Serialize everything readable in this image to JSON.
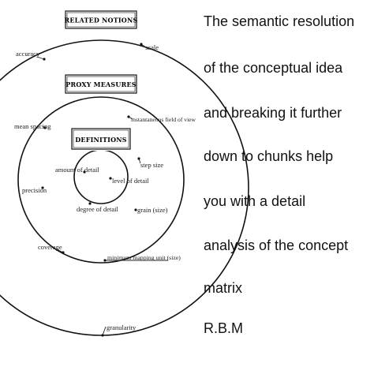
{
  "diagram": {
    "outer_box_title": "RELATED NOTIONS",
    "middle_box_title": "PROXY MEASURES",
    "inner_box_title": "DEFINITIONS",
    "labels": {
      "accuracy": "accuracy",
      "scale": "scale",
      "mean_spacing": "mean spacing",
      "instantaneous_fov": "instantaneous field of view",
      "step_size": "step size",
      "amount_of_detail": "amount of detail",
      "level_of_detail": "level of detail",
      "precision": "precision",
      "degree_of_detail": "degree of detail",
      "grain_size": "grain (size)",
      "coverage": "coverage",
      "minimum_mapping_unit": "minimum mapping unit (size)",
      "granularity": "granularity"
    }
  },
  "caption": {
    "lines": [
      "The semantic resolution",
      "of the conceptual idea",
      "and breaking it further",
      "down to chunks help",
      "you with a detail",
      "analysis of the  concept",
      "matrix",
      "R.B.M"
    ]
  }
}
